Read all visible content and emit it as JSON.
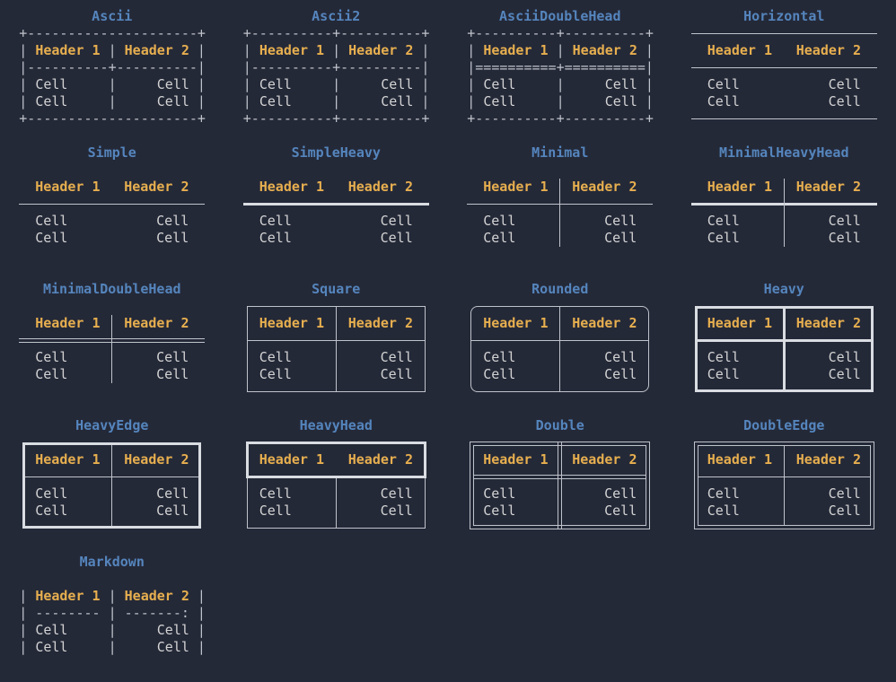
{
  "terminal": {
    "background": "#242938"
  },
  "colors": {
    "title": "#5585bd",
    "header": "#e7af4f",
    "cell": "#d3d3d3",
    "border": "#bfc3cb",
    "border_heavy": "#d9dce1"
  },
  "tables": [
    {
      "title": "Ascii",
      "kind": "pre",
      "style": "ascii",
      "lines": [
        "+---------------------+",
        "| Header 1 | Header 2 |",
        "|----------+----------|",
        "| Cell     |     Cell |",
        "| Cell     |     Cell |",
        "+---------------------+"
      ]
    },
    {
      "title": "Ascii2",
      "kind": "pre",
      "style": "ascii",
      "lines": [
        "+----------+----------+",
        "| Header 1 | Header 2 |",
        "|----------+----------|",
        "| Cell     |     Cell |",
        "| Cell     |     Cell |",
        "+----------+----------+"
      ]
    },
    {
      "title": "AsciiDoubleHead",
      "kind": "pre",
      "style": "ascii",
      "lines": [
        "+----------+----------+",
        "| Header 1 | Header 2 |",
        "|==========+==========|",
        "| Cell     |     Cell |",
        "| Cell     |     Cell |",
        "+----------+----------+"
      ]
    },
    {
      "title": "Horizontal",
      "kind": "line",
      "style": "horizontal",
      "headers": [
        "Header 1",
        "Header 2"
      ],
      "rows": [
        [
          "Cell",
          "Cell"
        ],
        [
          "Cell",
          "Cell"
        ]
      ]
    },
    {
      "title": "Simple",
      "kind": "line",
      "style": "simple",
      "headers": [
        "Header 1",
        "Header 2"
      ],
      "rows": [
        [
          "Cell",
          "Cell"
        ],
        [
          "Cell",
          "Cell"
        ]
      ]
    },
    {
      "title": "SimpleHeavy",
      "kind": "line",
      "style": "simple_heavy",
      "headers": [
        "Header 1",
        "Header 2"
      ],
      "rows": [
        [
          "Cell",
          "Cell"
        ],
        [
          "Cell",
          "Cell"
        ]
      ]
    },
    {
      "title": "Minimal",
      "kind": "line",
      "style": "minimal",
      "headers": [
        "Header 1",
        "Header 2"
      ],
      "rows": [
        [
          "Cell",
          "Cell"
        ],
        [
          "Cell",
          "Cell"
        ]
      ]
    },
    {
      "title": "MinimalHeavyHead",
      "kind": "line",
      "style": "minimal_heavy_head",
      "headers": [
        "Header 1",
        "Header 2"
      ],
      "rows": [
        [
          "Cell",
          "Cell"
        ],
        [
          "Cell",
          "Cell"
        ]
      ]
    },
    {
      "title": "MinimalDoubleHead",
      "kind": "line",
      "style": "minimal_double_head",
      "headers": [
        "Header 1",
        "Header 2"
      ],
      "rows": [
        [
          "Cell",
          "Cell"
        ],
        [
          "Cell",
          "Cell"
        ]
      ]
    },
    {
      "title": "Square",
      "kind": "line",
      "style": "square",
      "headers": [
        "Header 1",
        "Header 2"
      ],
      "rows": [
        [
          "Cell",
          "Cell"
        ],
        [
          "Cell",
          "Cell"
        ]
      ]
    },
    {
      "title": "Rounded",
      "kind": "line",
      "style": "rounded",
      "headers": [
        "Header 1",
        "Header 2"
      ],
      "rows": [
        [
          "Cell",
          "Cell"
        ],
        [
          "Cell",
          "Cell"
        ]
      ]
    },
    {
      "title": "Heavy",
      "kind": "line",
      "style": "heavy",
      "headers": [
        "Header 1",
        "Header 2"
      ],
      "rows": [
        [
          "Cell",
          "Cell"
        ],
        [
          "Cell",
          "Cell"
        ]
      ]
    },
    {
      "title": "HeavyEdge",
      "kind": "line",
      "style": "heavy_edge",
      "headers": [
        "Header 1",
        "Header 2"
      ],
      "rows": [
        [
          "Cell",
          "Cell"
        ],
        [
          "Cell",
          "Cell"
        ]
      ]
    },
    {
      "title": "HeavyHead",
      "kind": "line",
      "style": "heavy_head",
      "headers": [
        "Header 1",
        "Header 2"
      ],
      "rows": [
        [
          "Cell",
          "Cell"
        ],
        [
          "Cell",
          "Cell"
        ]
      ]
    },
    {
      "title": "Double",
      "kind": "line",
      "style": "double",
      "headers": [
        "Header 1",
        "Header 2"
      ],
      "rows": [
        [
          "Cell",
          "Cell"
        ],
        [
          "Cell",
          "Cell"
        ]
      ]
    },
    {
      "title": "DoubleEdge",
      "kind": "line",
      "style": "double_edge",
      "headers": [
        "Header 1",
        "Header 2"
      ],
      "rows": [
        [
          "Cell",
          "Cell"
        ],
        [
          "Cell",
          "Cell"
        ]
      ]
    },
    {
      "title": "Markdown",
      "kind": "pre",
      "style": "markdown",
      "lines": [
        "",
        "| Header 1 | Header 2 |",
        "| -------- | -------: |",
        "| Cell     |     Cell |",
        "| Cell     |     Cell |",
        ""
      ]
    }
  ]
}
